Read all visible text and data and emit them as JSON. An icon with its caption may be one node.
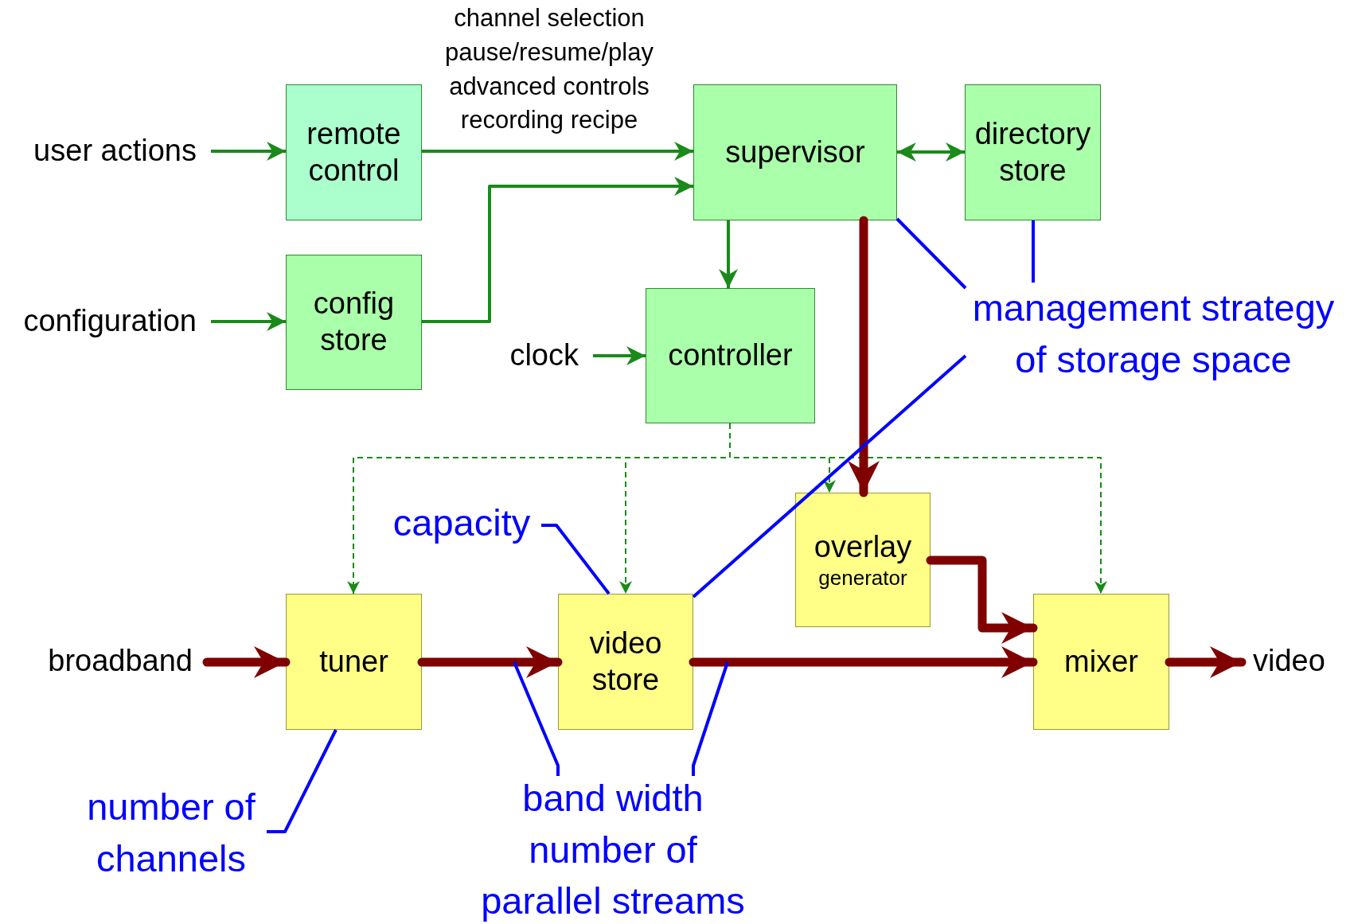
{
  "diagram": {
    "nodes": [
      {
        "text": [
          "user actions"
        ]
      },
      {
        "text": [
          "remote control"
        ]
      },
      {
        "text": [
          "supervisor"
        ]
      },
      {
        "text": [
          "directory store"
        ]
      },
      {
        "text": [
          "configuration"
        ]
      },
      {
        "text": [
          "config store"
        ]
      },
      {
        "text": [
          "clock"
        ]
      },
      {
        "text": [
          "controller"
        ]
      },
      {
        "text": [
          "overlay",
          "generator"
        ]
      },
      {
        "text": [
          "broadband"
        ]
      },
      {
        "text": [
          "tuner"
        ]
      },
      {
        "text": [
          "video store"
        ]
      },
      {
        "text": [
          "mixer"
        ]
      },
      {
        "text": [
          "video"
        ]
      },
      {
        "text": [
          "capacity"
        ]
      },
      {
        "text": [
          "management strategy of storage space"
        ]
      },
      {
        "text": [
          "number of channels"
        ]
      },
      {
        "text": [
          "band width number of parallel streams"
        ]
      }
    ],
    "edges": [
      {
        "from": 0,
        "to": 1,
        "arrow": "to"
      },
      {
        "from": 1,
        "to": 2,
        "arrow": "to",
        "label": "channel selection pause/resume/play advanced controls recording recipe"
      },
      {
        "from": 4,
        "to": 5,
        "arrow": "to"
      },
      {
        "from": 5,
        "to": 2,
        "arrow": "to"
      },
      {
        "from": 2,
        "to": 3,
        "arrow": "both"
      },
      {
        "from": 2,
        "to": 7,
        "arrow": "to"
      },
      {
        "from": 6,
        "to": 7,
        "arrow": "to"
      },
      {
        "from": 7,
        "to": 10,
        "arrow": "to",
        "style": "dashed"
      },
      {
        "from": 7,
        "to": 11,
        "arrow": "to",
        "style": "dashed"
      },
      {
        "from": 7,
        "to": 8,
        "arrow": "to",
        "style": "dashed"
      },
      {
        "from": 7,
        "to": 12,
        "arrow": "to",
        "style": "dashed"
      },
      {
        "from": 2,
        "to": 8,
        "arrow": "to",
        "style": "thick",
        "color": "#800000"
      },
      {
        "from": 9,
        "to": 10,
        "arrow": "to",
        "style": "thick",
        "color": "#800000"
      },
      {
        "from": 10,
        "to": 11,
        "arrow": "to",
        "style": "thick",
        "color": "#800000"
      },
      {
        "from": 11,
        "to": 12,
        "arrow": "to",
        "style": "thick",
        "color": "#800000"
      },
      {
        "from": 8,
        "to": 12,
        "arrow": "to",
        "style": "thick",
        "color": "#800000"
      },
      {
        "from": 12,
        "to": 13,
        "arrow": "to",
        "style": "thick",
        "color": "#800000"
      },
      {
        "from": 14,
        "to": 11,
        "arrow": "none",
        "color": "#0000ff"
      },
      {
        "from": 15,
        "to": 2,
        "arrow": "none",
        "color": "#0000ff"
      },
      {
        "from": 15,
        "to": 3,
        "arrow": "none",
        "color": "#0000ff"
      },
      {
        "from": 15,
        "to": 11,
        "arrow": "none",
        "color": "#0000ff"
      },
      {
        "from": 16,
        "to": 10,
        "arrow": "none",
        "color": "#0000ff"
      },
      {
        "from": 17,
        "to": null,
        "arrow": "none",
        "color": "#0000ff"
      },
      {
        "from": 17,
        "to": null,
        "arrow": "none",
        "color": "#0000ff"
      }
    ]
  }
}
